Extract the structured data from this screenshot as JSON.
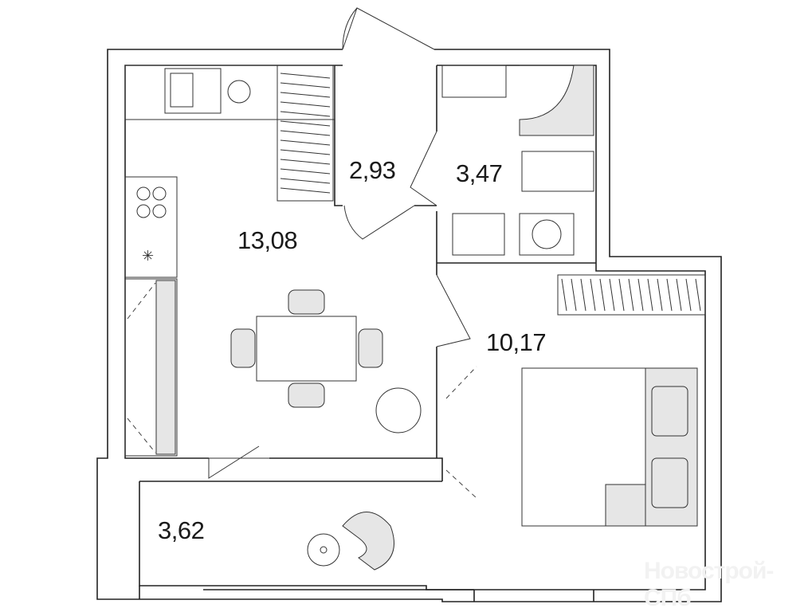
{
  "plan": {
    "rooms": [
      {
        "id": "kitchen-living",
        "area": "13,08"
      },
      {
        "id": "hallway",
        "area": "2,93"
      },
      {
        "id": "bathroom",
        "area": "3,47"
      },
      {
        "id": "bedroom",
        "area": "10,17"
      },
      {
        "id": "balcony",
        "area": "3,62"
      }
    ],
    "watermark": "Новострой-СПб"
  }
}
